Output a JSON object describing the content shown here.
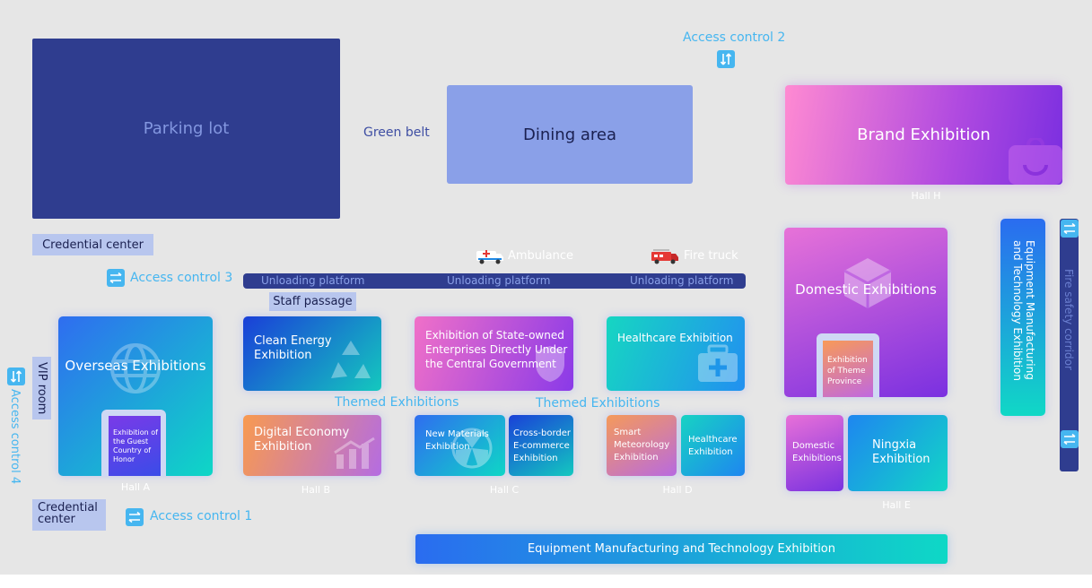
{
  "zones": {
    "parking_lot": "Parking lot",
    "green_belt": "Green belt",
    "dining_area": "Dining area",
    "brand_exhibition": "Brand Exhibition",
    "credential_center_top": "Credential center",
    "credential_center_bottom": "Credential center",
    "vip_room": "VIP room",
    "staff_passage": "Staff passage",
    "unloading_platforms": [
      "Unloading platform",
      "Unloading platform",
      "Unloading platform"
    ],
    "ambulance": "Ambulance",
    "fire_truck": "Fire truck",
    "fire_safety_corridor": "Fire safety corridor",
    "bottom_banner": "Equipment Manufacturing and Technology Exhibition",
    "right_vertical": "Equipment Manufacturing and Technology Exhibition"
  },
  "access_controls": {
    "ac1": "Access control 1",
    "ac2": "Access control 2",
    "ac3": "Access control 3",
    "ac4": "Access control 4"
  },
  "themed": [
    "Themed Exhibitions",
    "Themed Exhibitions"
  ],
  "halls": {
    "A": {
      "label": "Hall A",
      "main": "Overseas Exhibitions",
      "inner": "Exhibition of the Guest Country of Honor"
    },
    "B": {
      "label": "Hall B",
      "top": "Clean Energy Exhibition",
      "bottom": "Digital Economy Exhibition"
    },
    "C": {
      "label": "Hall C",
      "top": "Exhibition of State-owned Enterprises Directly Under the Central Government",
      "bottom_left": "New Materials Exhibition",
      "bottom_right": "Cross-border E-commerce Exhibition"
    },
    "D": {
      "label": "Hall D",
      "top": "Healthcare Exhibition",
      "bottom_left": "Smart Meteorology Exhibition",
      "bottom_right": "Healthcare Exhibition"
    },
    "E": {
      "label": "Hall E",
      "main": "Domestic Exhibitions",
      "inner": "Exhibition of Theme Province",
      "bottom_left": "Domestic Exhibitions",
      "bottom_right": "Ningxia Exhibition"
    },
    "H": {
      "label": "Hall H"
    }
  },
  "colors": {
    "background": "#e6e6e6",
    "navy": "#2f3d8f",
    "periwinkle": "#8aa0e8",
    "accent_blue": "#46b6f0"
  }
}
